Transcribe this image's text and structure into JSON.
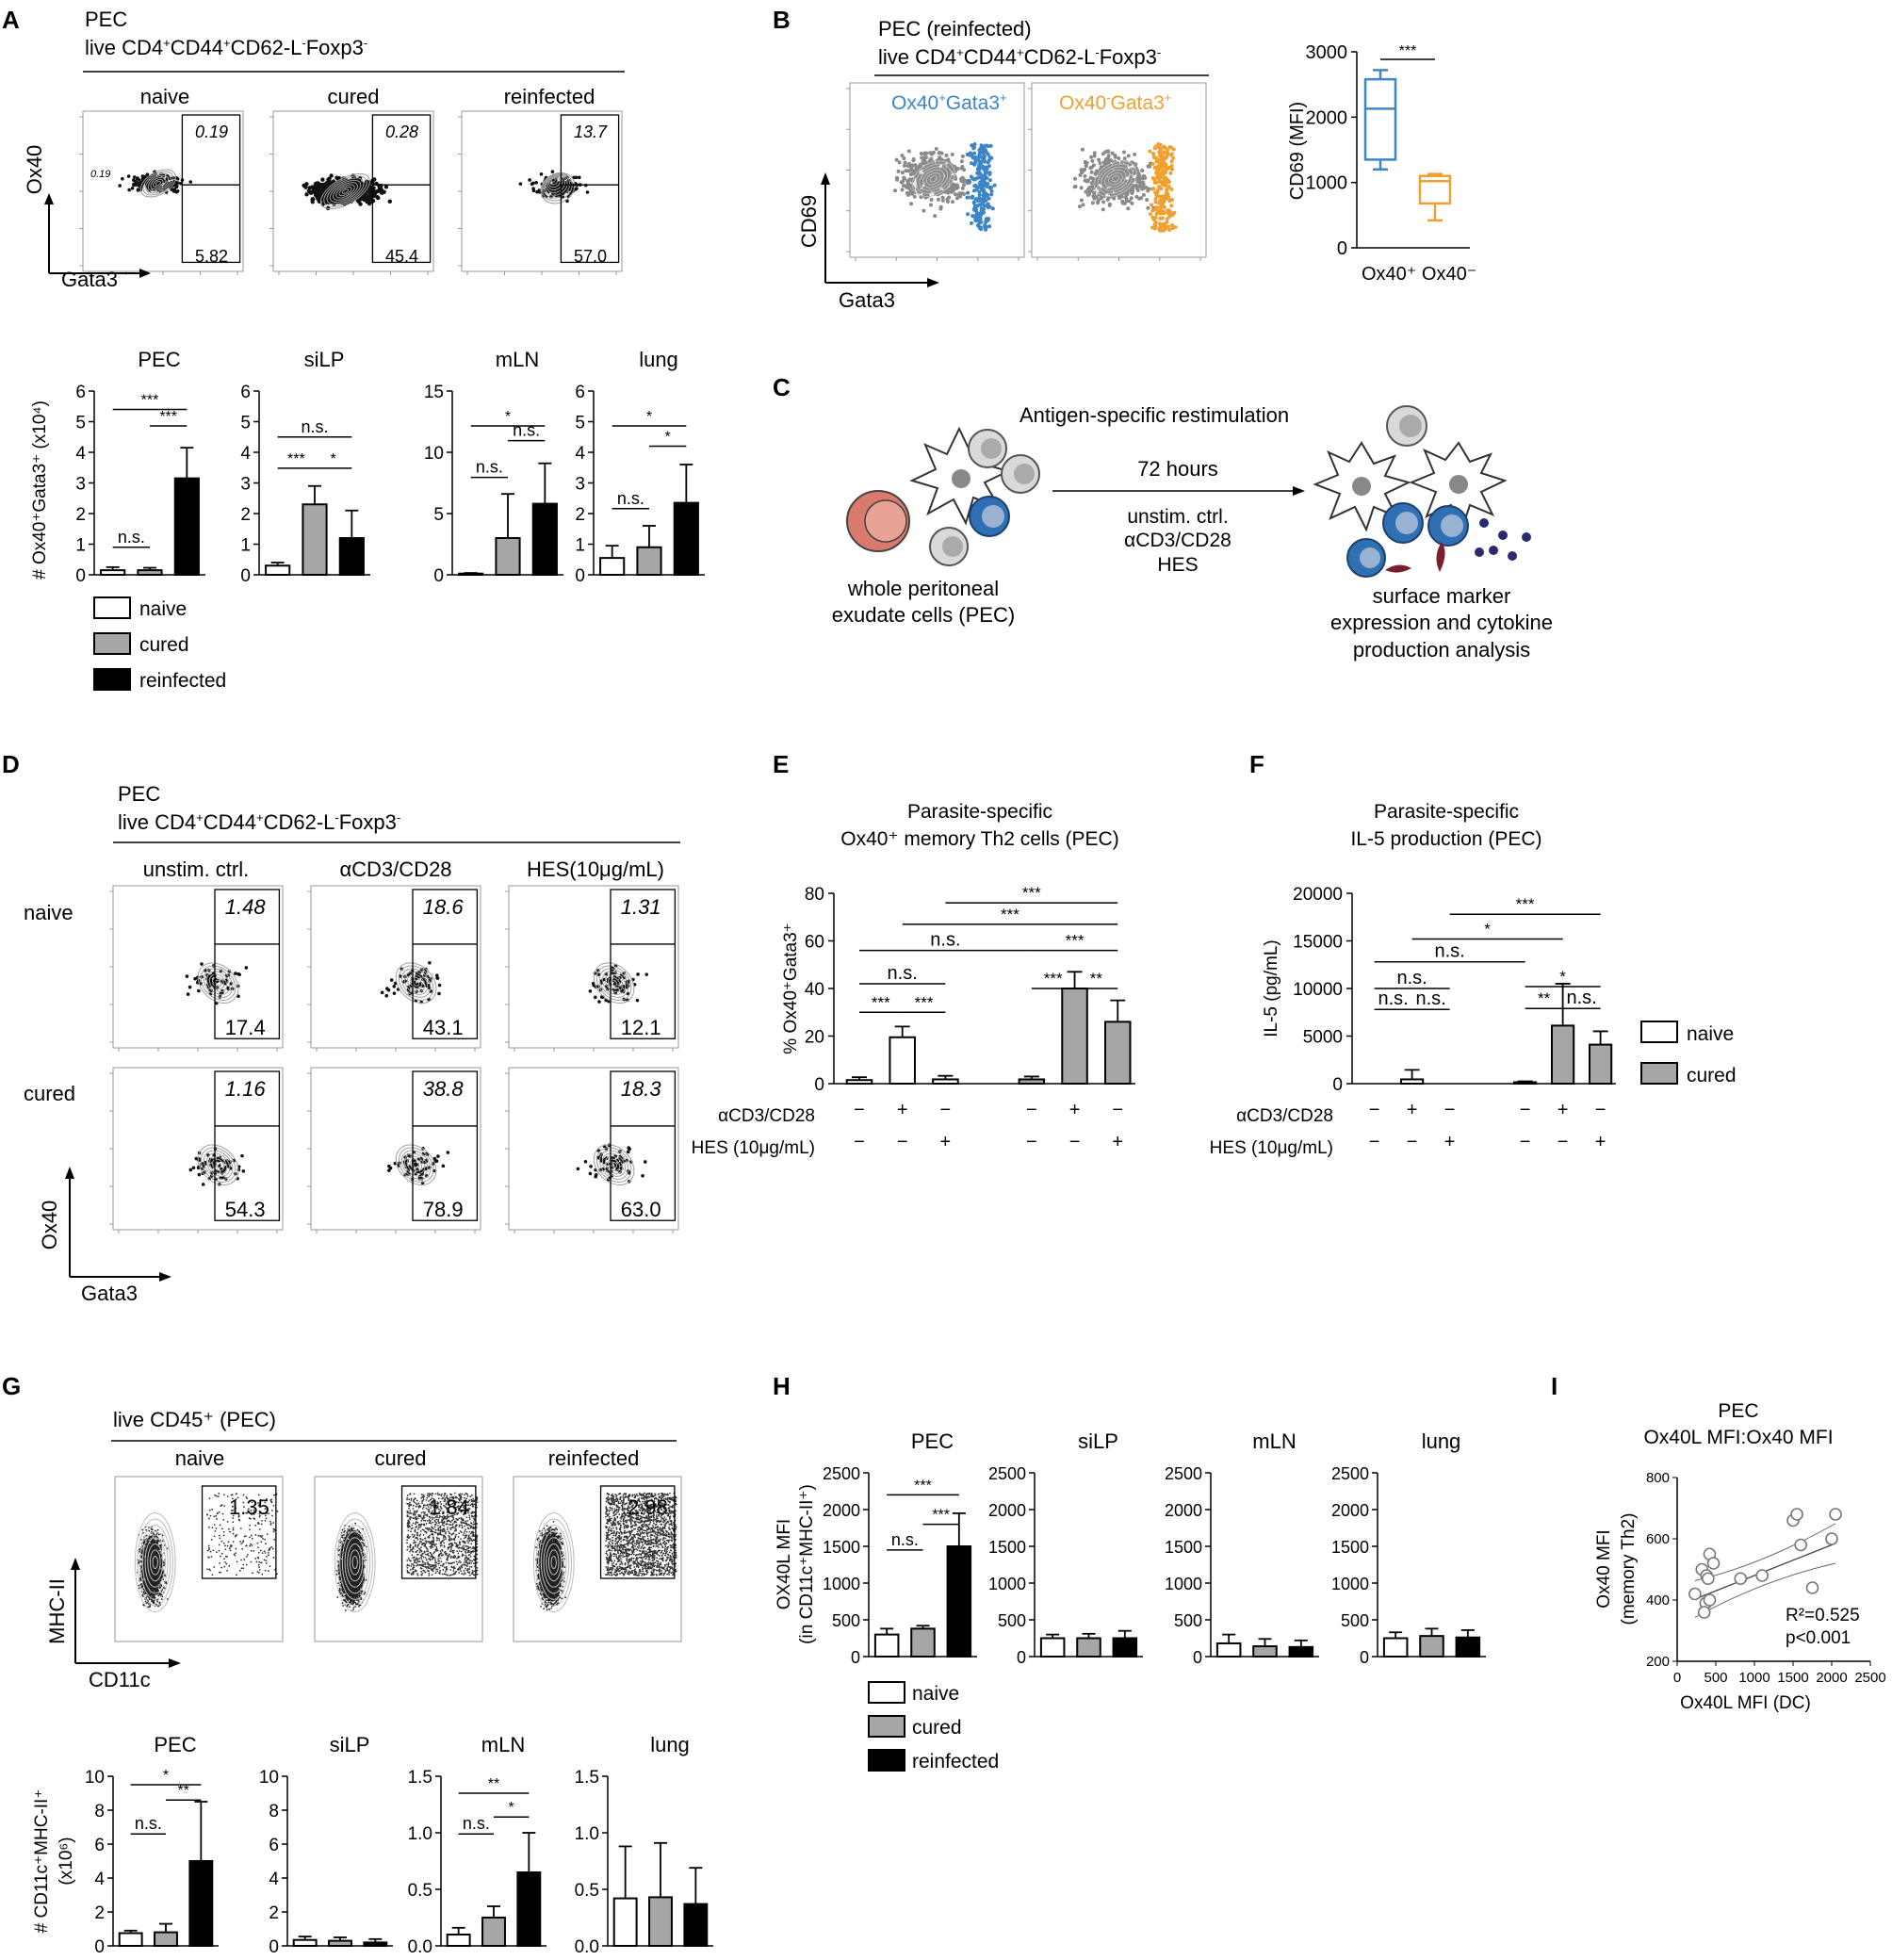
{
  "figure": {
    "panels": {
      "A": {
        "letter": "A",
        "tissue": "PEC",
        "gate_prefix": "live CD4",
        "gate_sups": [
          "+",
          "+",
          "-",
          "-"
        ],
        "gate_parts": [
          "CD44",
          "CD62-L",
          "Foxp3"
        ],
        "conditions": [
          "naive",
          "cured",
          "reinfected"
        ],
        "upper": [
          "0.19",
          "0.28",
          "13.7"
        ],
        "lower": [
          "5.82",
          "45.4",
          "57.0"
        ],
        "xaxis": "Gata3",
        "yaxis": "Ox40"
      },
      "B": {
        "letter": "B",
        "title": "PEC (reinfected)",
        "gate_labels": [
          {
            "text": "Ox40",
            "sup": "+",
            "rest": "Gata3",
            "sup2": "+"
          },
          {
            "text": "Ox40",
            "sup": "-",
            "rest": "Gata3",
            "sup2": "+"
          }
        ],
        "xaxis": "Gata3",
        "yaxis": "CD69",
        "box_ylabel": "CD69 (MFI)",
        "box_ticks": [
          "0",
          "1000",
          "2000",
          "3000"
        ],
        "box_x": "Ox40⁺ Ox40⁻",
        "sig": "***"
      },
      "C": {
        "letter": "C",
        "title": "Antigen-specific restimulation",
        "time": "72 hours",
        "conditions": [
          "unstim. ctrl.",
          "αCD3/CD28",
          "HES"
        ],
        "left_label": [
          "whole peritoneal",
          "exudate cells (PEC)"
        ],
        "right_label": [
          "surface marker",
          "expression and cytokine",
          "production analysis"
        ]
      },
      "D": {
        "letter": "D",
        "tissue": "PEC",
        "conditions": [
          "unstim. ctrl.",
          "αCD3/CD28",
          "HES(10μg/mL)"
        ],
        "rows": [
          "naive",
          "cured"
        ],
        "upper": [
          [
            "1.48",
            "18.6",
            "1.31"
          ],
          [
            "1.16",
            "38.8",
            "18.3"
          ]
        ],
        "lower": [
          [
            "17.4",
            "43.1",
            "12.1"
          ],
          [
            "54.3",
            "78.9",
            "63.0"
          ]
        ],
        "xaxis": "Gata3",
        "yaxis": "Ox40"
      },
      "E": {
        "letter": "E",
        "title": [
          "Parasite-specific",
          "Ox40⁺ memory Th2 cells (PEC)"
        ],
        "ylabel": "% Ox40⁺Gata3⁺"
      },
      "F": {
        "letter": "F",
        "title": [
          "Parasite-specific",
          "IL-5 production (PEC)"
        ],
        "ylabel": "IL-5 (pg/mL)"
      },
      "G": {
        "letter": "G",
        "gate": "live CD45⁺ (PEC)",
        "conditions": [
          "naive",
          "cured",
          "reinfected"
        ],
        "gates": [
          "1.35",
          "1.84",
          "2.98"
        ],
        "xaxis": "CD11c",
        "yaxis": "MHC-II",
        "ylabel": [
          "# CD11c⁺MHC-II⁺",
          "(x10⁶)"
        ]
      },
      "H": {
        "letter": "H",
        "ylabel": [
          "OX40L MFI",
          "(in CD11c⁺MHC-II⁺)"
        ]
      },
      "I": {
        "letter": "I",
        "title": [
          "PEC",
          "Ox40L MFI:Ox40 MFI"
        ],
        "ylabel": [
          "Ox40 MFI",
          "(memory Th2)"
        ],
        "xlabel": "Ox40L MFI (DC)",
        "stats": [
          "R²=0.525",
          "p<0.001"
        ]
      }
    },
    "legend": {
      "naive": "naive",
      "cured": "cured",
      "reinfected": "reinfected"
    },
    "row_labels": {
      "stim": "αCD3/CD28",
      "hes": "HES (10μg/mL)"
    },
    "sig": {
      "ns": "n.s.",
      "one": "*",
      "two": "**",
      "three": "***"
    },
    "colors": {
      "naive": "#ffffff",
      "cured": "#a6a6a6",
      "reinfected": "#000000",
      "blue": "#3d85c6",
      "orange": "#f0a030"
    }
  },
  "chart_data": [
    {
      "type": "bar",
      "panel": "A",
      "subplot": "PEC",
      "categories": [
        "naive",
        "cured",
        "reinfected"
      ],
      "values": [
        0.15,
        0.15,
        3.15
      ],
      "errors": [
        0.1,
        0.08,
        1.0
      ],
      "ylim": [
        0,
        6
      ],
      "ylabel": "# Ox40⁺Gata3⁺ (x10⁴)"
    },
    {
      "type": "bar",
      "panel": "A",
      "subplot": "siLP",
      "categories": [
        "naive",
        "cured",
        "reinfected"
      ],
      "values": [
        0.3,
        2.3,
        1.2
      ],
      "errors": [
        0.1,
        0.6,
        0.9
      ],
      "ylim": [
        0,
        6
      ]
    },
    {
      "type": "bar",
      "panel": "A",
      "subplot": "mLN",
      "categories": [
        "naive",
        "cured",
        "reinfected"
      ],
      "values": [
        0.1,
        3.0,
        5.8
      ],
      "errors": [
        0.05,
        3.6,
        3.3
      ],
      "ylim": [
        0,
        15
      ]
    },
    {
      "type": "bar",
      "panel": "A",
      "subplot": "lung",
      "categories": [
        "naive",
        "cured",
        "reinfected"
      ],
      "values": [
        0.55,
        0.9,
        2.35
      ],
      "errors": [
        0.4,
        0.7,
        1.25
      ],
      "ylim": [
        0,
        6
      ]
    },
    {
      "type": "box",
      "panel": "B",
      "categories": [
        "Ox40⁺",
        "Ox40⁻"
      ],
      "min": [
        1200,
        420
      ],
      "q1": [
        1350,
        680
      ],
      "median": [
        2130,
        1020
      ],
      "q3": [
        2580,
        1100
      ],
      "max": [
        2720,
        1130
      ],
      "ylim": [
        0,
        3000
      ]
    },
    {
      "type": "bar",
      "panel": "E",
      "groups": [
        "naive",
        "cured"
      ],
      "conditions": [
        "unstim. ctrl.",
        "αCD3/CD28",
        "HES"
      ],
      "values": [
        [
          1.5,
          19.5,
          1.8
        ],
        [
          1.8,
          40,
          26
        ]
      ],
      "errors": [
        [
          1.2,
          4.5,
          1.5
        ],
        [
          1.2,
          7,
          9
        ]
      ],
      "ylim": [
        0,
        80
      ]
    },
    {
      "type": "bar",
      "panel": "F",
      "groups": [
        "naive",
        "cured"
      ],
      "conditions": [
        "unstim. ctrl.",
        "αCD3/CD28",
        "HES"
      ],
      "values": [
        [
          0,
          450,
          0
        ],
        [
          150,
          6100,
          4100
        ]
      ],
      "errors": [
        [
          0,
          1000,
          0
        ],
        [
          100,
          4400,
          1400
        ]
      ],
      "ylim": [
        0,
        20000
      ]
    },
    {
      "type": "bar",
      "panel": "G",
      "subplot": "PEC",
      "categories": [
        "naive",
        "cured",
        "reinfected"
      ],
      "values": [
        0.75,
        0.8,
        5.0
      ],
      "errors": [
        0.15,
        0.5,
        3.5
      ],
      "ylim": [
        0,
        10
      ]
    },
    {
      "type": "bar",
      "panel": "G",
      "subplot": "siLP",
      "categories": [
        "naive",
        "cured",
        "reinfected"
      ],
      "values": [
        0.35,
        0.3,
        0.2
      ],
      "errors": [
        0.2,
        0.2,
        0.2
      ],
      "ylim": [
        0,
        10
      ]
    },
    {
      "type": "bar",
      "panel": "G",
      "subplot": "mLN",
      "categories": [
        "naive",
        "cured",
        "reinfected"
      ],
      "values": [
        0.1,
        0.25,
        0.65
      ],
      "errors": [
        0.06,
        0.1,
        0.35
      ],
      "ylim": [
        0,
        1.5
      ]
    },
    {
      "type": "bar",
      "panel": "G",
      "subplot": "lung",
      "categories": [
        "naive",
        "cured",
        "reinfected"
      ],
      "values": [
        0.42,
        0.43,
        0.37
      ],
      "errors": [
        0.46,
        0.48,
        0.32
      ],
      "ylim": [
        0,
        1.5
      ]
    },
    {
      "type": "bar",
      "panel": "H",
      "subplot": "PEC",
      "categories": [
        "naive",
        "cured",
        "reinfected"
      ],
      "values": [
        300,
        380,
        1500
      ],
      "errors": [
        80,
        40,
        450
      ],
      "ylim": [
        0,
        2500
      ]
    },
    {
      "type": "bar",
      "panel": "H",
      "subplot": "siLP",
      "categories": [
        "naive",
        "cured",
        "reinfected"
      ],
      "values": [
        250,
        250,
        250
      ],
      "errors": [
        50,
        60,
        100
      ],
      "ylim": [
        0,
        2500
      ]
    },
    {
      "type": "bar",
      "panel": "H",
      "subplot": "mLN",
      "categories": [
        "naive",
        "cured",
        "reinfected"
      ],
      "values": [
        180,
        140,
        130
      ],
      "errors": [
        120,
        100,
        90
      ],
      "ylim": [
        0,
        2500
      ]
    },
    {
      "type": "bar",
      "panel": "H",
      "subplot": "lung",
      "categories": [
        "naive",
        "cured",
        "reinfected"
      ],
      "values": [
        250,
        280,
        260
      ],
      "errors": [
        80,
        100,
        100
      ],
      "ylim": [
        0,
        2500
      ]
    },
    {
      "type": "scatter",
      "panel": "I",
      "x": [
        230,
        320,
        380,
        420,
        470,
        370,
        420,
        350,
        400,
        820,
        1100,
        1500,
        1550,
        1600,
        1750,
        2000,
        2050
      ],
      "y": [
        420,
        500,
        480,
        550,
        520,
        390,
        400,
        360,
        470,
        470,
        480,
        660,
        680,
        580,
        440,
        600,
        680
      ],
      "xlim": [
        0,
        2500
      ],
      "ylim": [
        200,
        800
      ]
    }
  ]
}
